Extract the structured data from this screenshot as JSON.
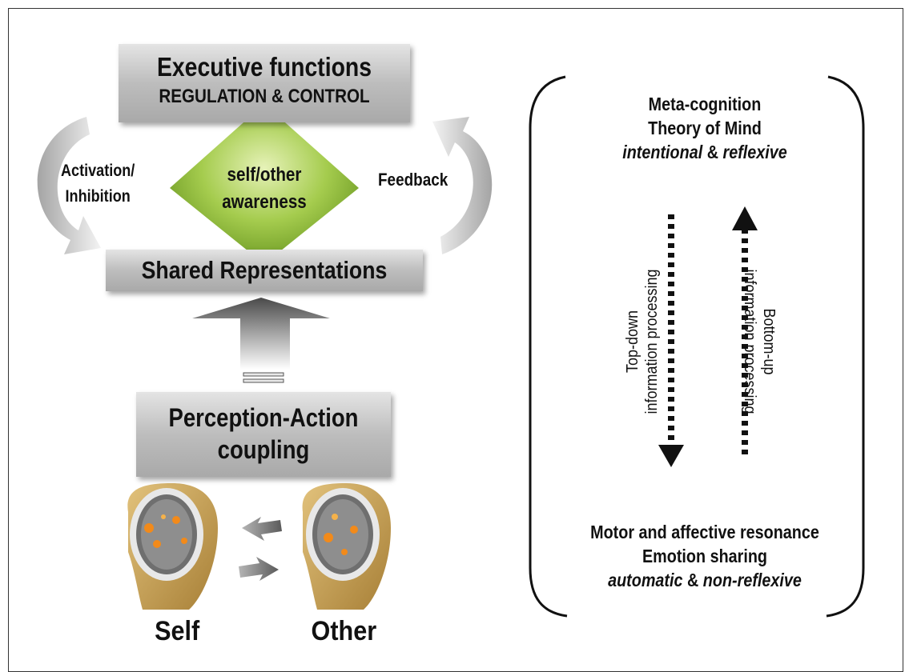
{
  "left_panel": {
    "executive": {
      "line1": "Executive functions",
      "line2": "REGULATION & CONTROL"
    },
    "diamond": {
      "line1": "self/other",
      "line2": "awareness"
    },
    "activation_label": {
      "line1": "Activation/",
      "line2": "Inhibition"
    },
    "feedback_label": "Feedback",
    "shared_representations": "Shared Representations",
    "perception_action": {
      "line1": "Perception-Action",
      "line2": "coupling"
    },
    "self_label": "Self",
    "other_label": "Other"
  },
  "right_panel": {
    "top": {
      "line1": "Meta-cognition",
      "line2": "Theory of Mind",
      "italic1": "intentional",
      "amp": " & ",
      "italic2": "reflexive"
    },
    "top_down": {
      "line1": "Top-down",
      "line2": "information processing"
    },
    "bottom_up": {
      "line1": "Bottom-up",
      "line2": "information processing"
    },
    "bottom": {
      "line1": "Motor and affective resonance",
      "line2": "Emotion sharing",
      "italic1": "automatic",
      "amp": " & ",
      "italic2": "non-reflexive"
    }
  },
  "colors": {
    "diamond": "#8fbf3a",
    "box_gray": "#bdbdbd",
    "skin": "#c9a45c",
    "activation": "#f28a1a"
  }
}
